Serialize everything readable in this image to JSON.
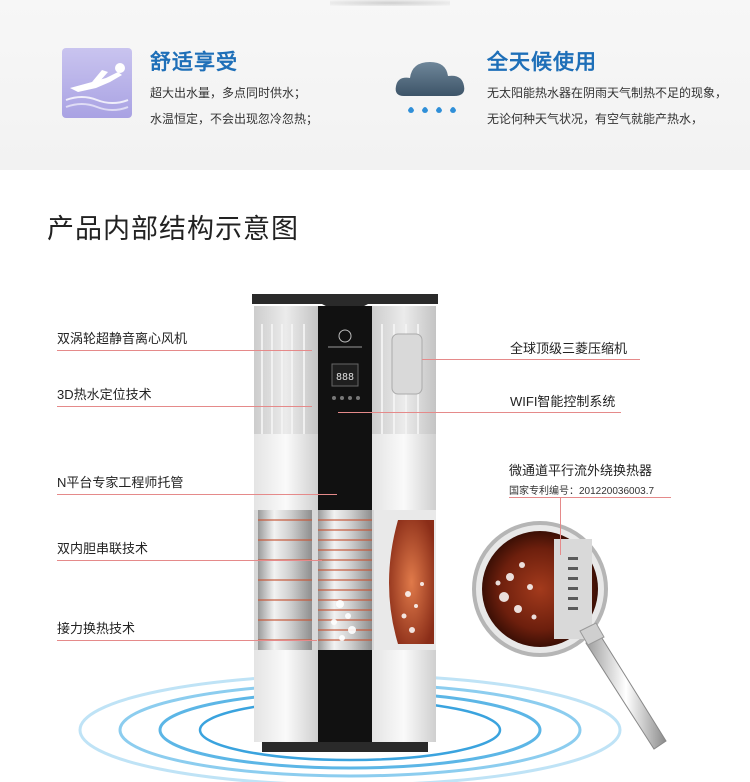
{
  "features": [
    {
      "title": "舒适享受",
      "lines": [
        "超大出水量，多点同时供水；",
        "水温恒定，不会出现忽冷忽热；"
      ],
      "icon": "swimmer-icon"
    },
    {
      "title": "全天候使用",
      "lines": [
        "无太阳能热水器在阴雨天气制热不足的现象，",
        "无论何种天气状况，有空气就能产热水，"
      ],
      "icon": "rain-cloud-icon"
    }
  ],
  "section_title": "产品内部结构示意图",
  "left_labels": [
    "双涡轮超静音离心风机",
    "3D热水定位技术",
    "N平台专家工程师托管",
    "双内胆串联技术",
    "接力换热技术"
  ],
  "right_labels": [
    "全球顶级三菱压缩机",
    "WIFI智能控制系统",
    "微通道平行流外绕换热器"
  ],
  "patent_note": "国家专利编号：201220036003.7",
  "colors": {
    "accent": "#1e6fb8",
    "leader": "#e58a8a"
  }
}
